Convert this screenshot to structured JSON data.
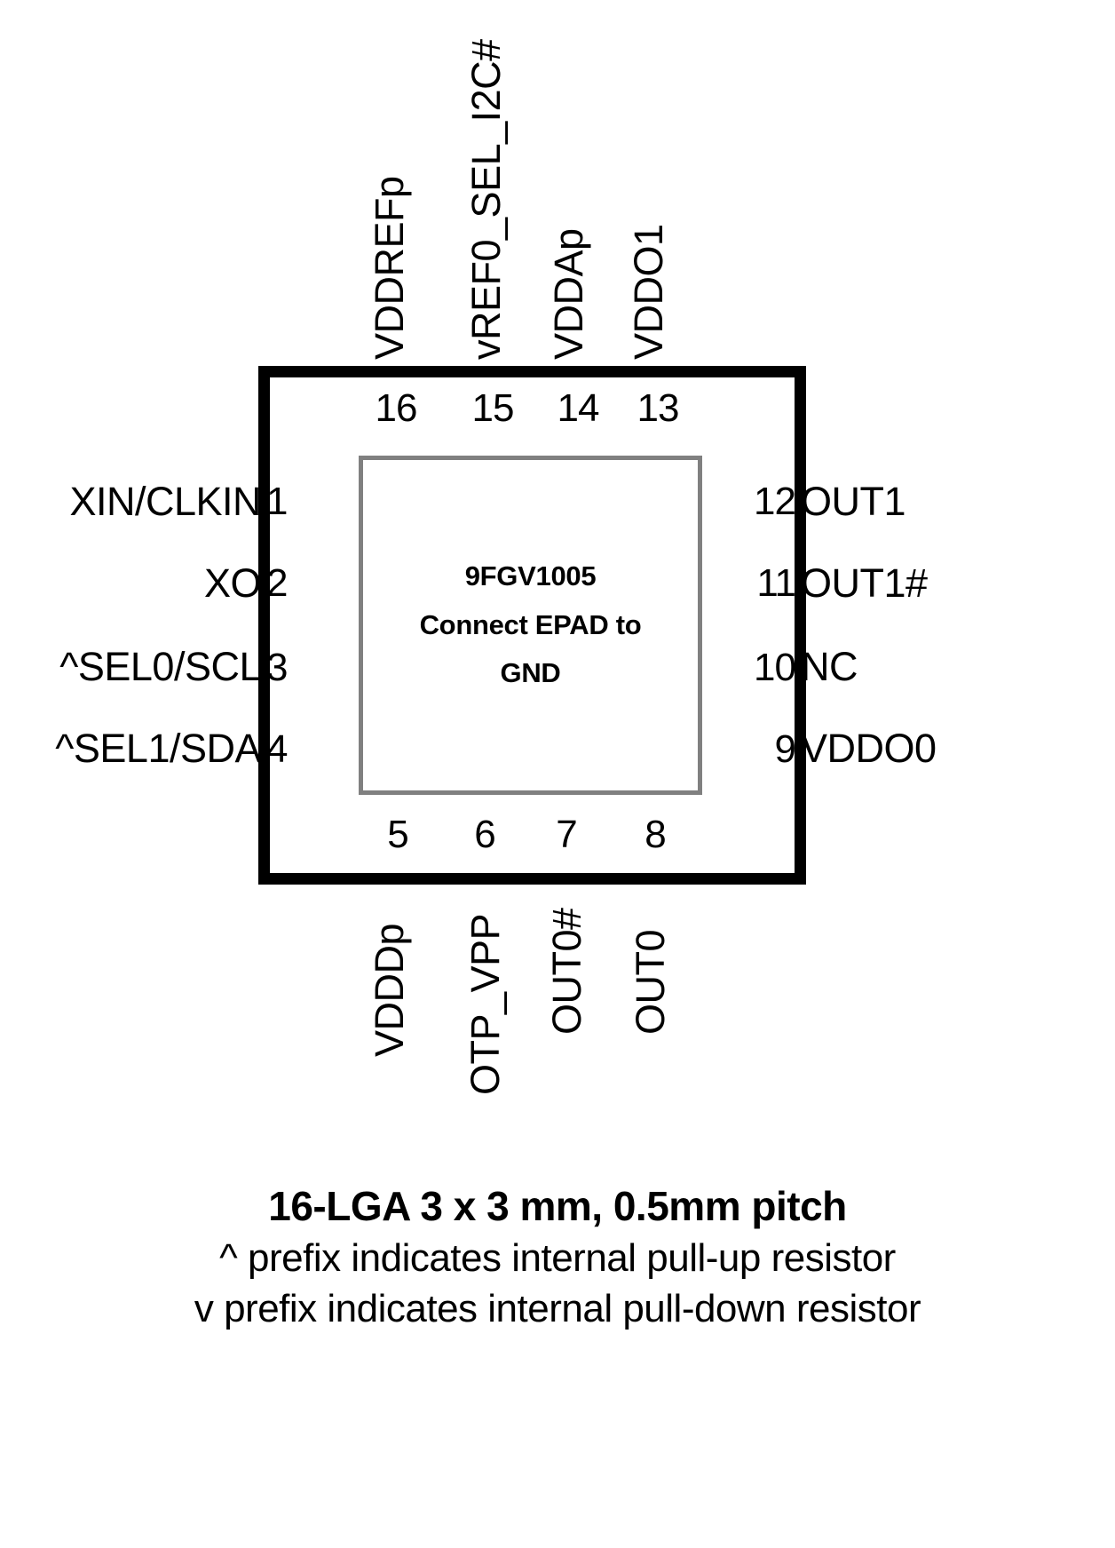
{
  "diagram": {
    "type": "ic-pinout",
    "part_number": "9FGV1005",
    "package_body": {
      "epad_text_lines": [
        "9FGV1005",
        "Connect EPAD to",
        "GND"
      ]
    },
    "pins": {
      "top": [
        {
          "number": "16",
          "signal": "VDDREFp"
        },
        {
          "number": "15",
          "signal": "vREF0_SEL_I2C#"
        },
        {
          "number": "14",
          "signal": "VDDAp"
        },
        {
          "number": "13",
          "signal": "VDDO1"
        }
      ],
      "bottom": [
        {
          "number": "5",
          "signal": "VDDDp"
        },
        {
          "number": "6",
          "signal": "OTP_VPP"
        },
        {
          "number": "7",
          "signal": "OUT0#"
        },
        {
          "number": "8",
          "signal": "OUT0"
        }
      ],
      "left": [
        {
          "number": "1",
          "signal": "XIN/CLKIN"
        },
        {
          "number": "2",
          "signal": "XO"
        },
        {
          "number": "3",
          "signal": "^SEL0/SCL"
        },
        {
          "number": "4",
          "signal": "^SEL1/SDA"
        }
      ],
      "right": [
        {
          "number": "12",
          "signal": "OUT1"
        },
        {
          "number": "11",
          "signal": "OUT1#"
        },
        {
          "number": "10",
          "signal": "NC"
        },
        {
          "number": "9",
          "signal": "VDDO0"
        }
      ]
    },
    "caption": {
      "line0": "16-LGA 3 x 3 mm, 0.5mm pitch",
      "line1": "^ prefix indicates internal pull-up resistor",
      "line2": "v prefix indicates internal pull-down resistor"
    },
    "colors": {
      "outline": "#000000",
      "epad_border": "#808080",
      "text": "#000000",
      "background": "#ffffff"
    }
  }
}
